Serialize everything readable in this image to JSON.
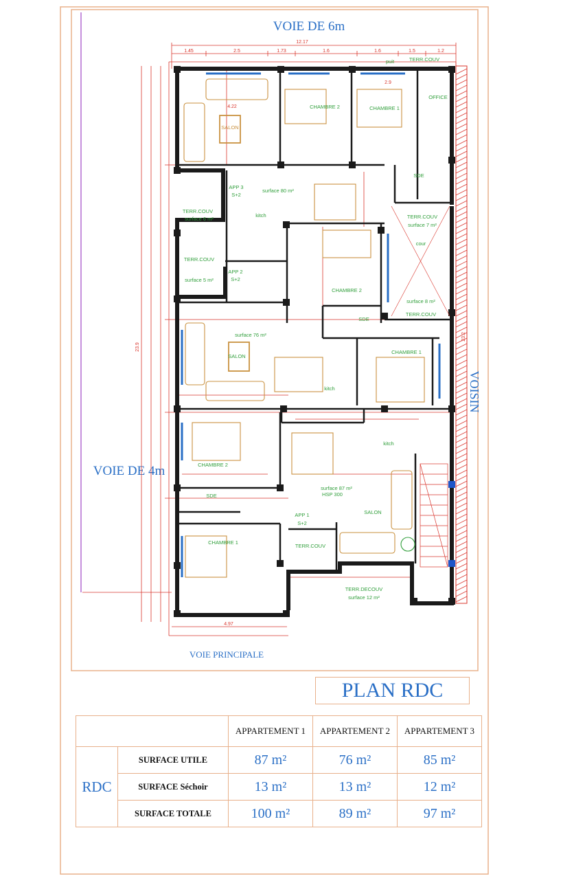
{
  "plan": {
    "top_road": "VOIE DE 6m",
    "left_road": "VOIE DE 4m",
    "bottom_road": "VOIE  PRINCIPALE",
    "neighbor": "VOISIN",
    "dims_top": [
      "12.17",
      "1.45",
      "2.5",
      "1.73",
      "1.6",
      "1.6",
      "1.5",
      "1.2",
      "2.9"
    ],
    "dim_bottom": "4.97",
    "dim_left_total": "23.9",
    "dim_right_total": "23.2",
    "rooms": {
      "salon_top": "SALON",
      "salon_top_dim": "4.22",
      "chambre2_top": "CHAMBRE 2",
      "chambre1_top": "CHAMBRE 1",
      "office": "OFFICE",
      "terr_couv_top": "TERR.COUV",
      "puit": "puit",
      "sde_top": "SDE",
      "app3": "APP 3",
      "app3_s": "S+2",
      "surface_80": "surface  80 m²",
      "kitch_top": "kitch",
      "terr_couv_left": "TERR.COUV",
      "surface_6": "surface 6 m²",
      "terr_couv_right": "TERR.COUV",
      "surface_7": "surface 7 m²",
      "cour": "cour",
      "terr_couv_left2": "TERR.COUV",
      "surface_5": "surface 5 m²",
      "app2": "APP 2",
      "app2_s": "S+2",
      "chambre2_mid": "CHAMBRE 2",
      "surface_8": "surface 8 m²",
      "terr_couv_r2": "TERR.COUV",
      "sde_mid": "SDE",
      "surface_76": "surface  76 m²",
      "salon_mid": "SALON",
      "chambre1_mid": "CHAMBRE 1",
      "kitch_mid": "kitch",
      "chambre2_low": "CHAMBRE 2",
      "sde_low": "SDE",
      "kitch_low": "kitch",
      "surface_87": "surface  87 m²",
      "hsp": "HSP 300",
      "salon_low": "SALON",
      "app1": "APP 1",
      "app1_s": "S+2",
      "terr_couv_low": "TERR.COUV",
      "chambre1_low": "CHAMBRE 1",
      "terr_decouv": "TERR.DECOUV",
      "surface_12": "surface 12 m²"
    }
  },
  "title": "PLAN RDC",
  "table": {
    "headers": [
      "",
      "APPARTEMENT 1",
      "APPARTEMENT 2",
      "APPARTEMENT 3"
    ],
    "level": "RDC",
    "rows": [
      {
        "label": "SURFACE UTILE",
        "values": [
          "87 m²",
          "76 m²",
          "85 m²"
        ]
      },
      {
        "label": "SURFACE Séchoir",
        "values": [
          "13 m²",
          "13 m²",
          "12 m²"
        ]
      },
      {
        "label": "SURFACE TOTALE",
        "values": [
          "100  m²",
          "89 m²",
          "97 m²"
        ]
      }
    ]
  },
  "colors": {
    "frame": "#e8b08a",
    "dim_red": "#d9342b",
    "label_green": "#2f9e3a",
    "blue_title": "#2a6fc6",
    "wall": "#1a1a1a",
    "furniture": "#c9913f"
  }
}
